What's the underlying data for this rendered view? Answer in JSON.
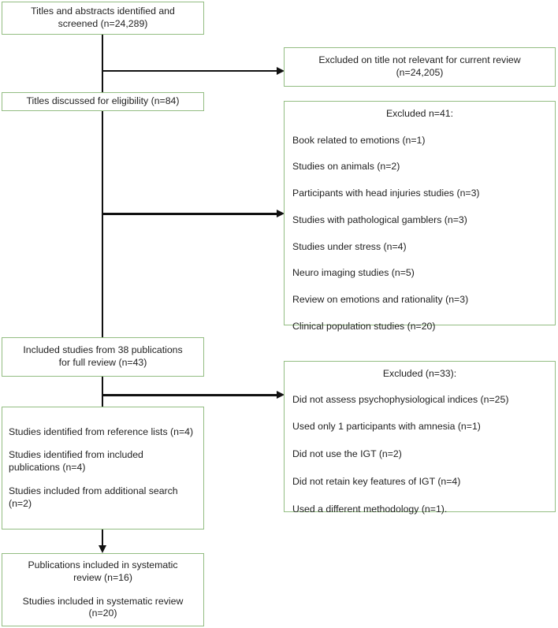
{
  "diagram": {
    "title": "PRISMA study selection flow diagram",
    "border_color": "#93bd82",
    "connector_color": "#111111"
  },
  "boxes": {
    "screened": {
      "line1": "Titles and abstracts identified and",
      "line2": "screened (n=24,289)"
    },
    "excluded_title": {
      "line1": "Excluded on title not relevant for current review",
      "line2": "(n=24,205)"
    },
    "eligibility": {
      "line1": "Titles discussed for eligibility (n=84)"
    },
    "excluded_41": {
      "header": "Excluded n=41:",
      "items": [
        "Book related to emotions (n=1)",
        "Studies on animals (n=2)",
        "Participants with head injuries studies (n=3)",
        "Studies with pathological gamblers (n=3)",
        "Studies under stress (n=4)",
        "Neuro imaging studies (n=5)",
        "Review on emotions and rationality (n=3)",
        "Clinical population studies (n=20)"
      ]
    },
    "included_full_review": {
      "line1": "Included studies from 38 publications",
      "line2": "for full review (n=43)"
    },
    "excluded_33": {
      "header": "Excluded (n=33):",
      "items": [
        "Did not assess psychophysiological indices (n=25)",
        "Used only 1 participants with amnesia (n=1)",
        "Did not use the IGT (n=2)",
        "Did not retain key features of IGT (n=4)",
        "Used a different methodology (n=1)."
      ]
    },
    "additional_sources": {
      "paragraphs": [
        "Studies identified from reference lists (n=4)",
        "Studies identified from included publications (n=4)",
        "Studies included from additional search (n=2)"
      ]
    },
    "final": {
      "line1": "Publications included in systematic",
      "line2": "review (n=16)",
      "line3": "Studies included in systematic review",
      "line4": "(n=20)"
    }
  }
}
